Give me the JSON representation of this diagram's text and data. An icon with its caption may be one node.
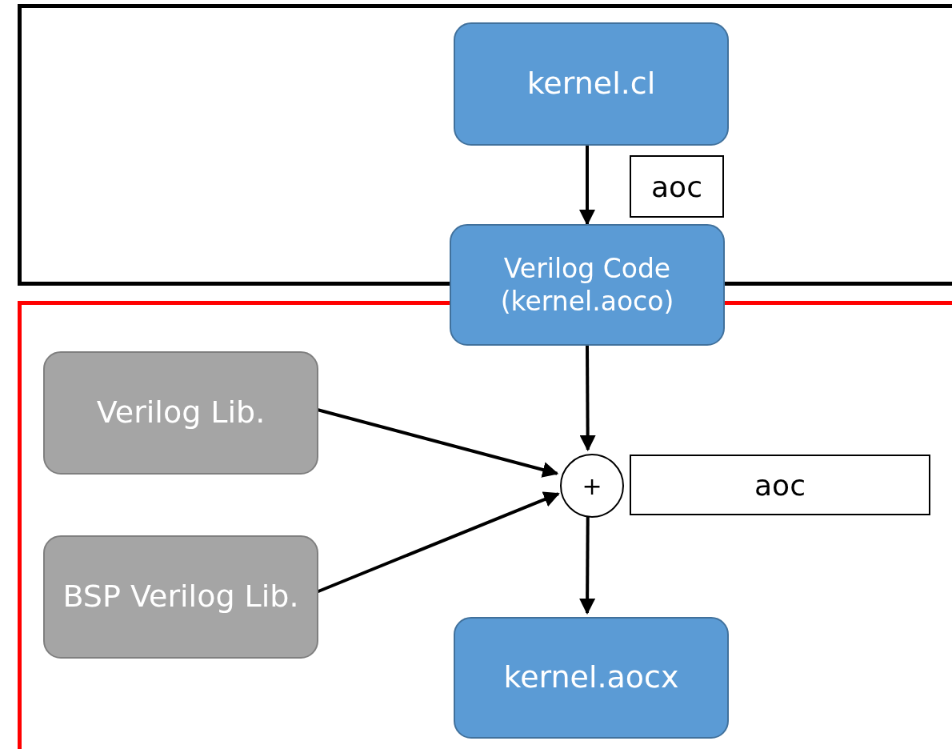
{
  "diagram": {
    "nodes": [
      {
        "text": [],
        "shape": "box"
      },
      {
        "text": [
          "kernel.cl"
        ],
        "in": 0
      },
      {
        "text": [
          "aoc"
        ],
        "in": 0
      },
      {
        "text": [
          "Verilog Code (kernel.aoco)"
        ]
      },
      {
        "text": [],
        "shape": "box"
      },
      {
        "text": [
          "Verilog Lib."
        ],
        "in": 4
      },
      {
        "text": [
          "BSP Verilog Lib."
        ],
        "in": 4
      },
      {
        "text": [
          "+"
        ],
        "in": 4
      },
      {
        "text": [
          "aoc"
        ],
        "in": 4
      },
      {
        "text": [
          "kernel.aocx"
        ],
        "in": 4
      }
    ],
    "edges": [
      {
        "from": 1,
        "to": 3,
        "arrow": "to"
      },
      {
        "from": 3,
        "to": 7,
        "arrow": "to"
      },
      {
        "from": 5,
        "to": 7,
        "arrow": "to"
      },
      {
        "from": 6,
        "to": 7,
        "arrow": "to"
      },
      {
        "from": 7,
        "to": 9,
        "arrow": "to"
      }
    ]
  }
}
